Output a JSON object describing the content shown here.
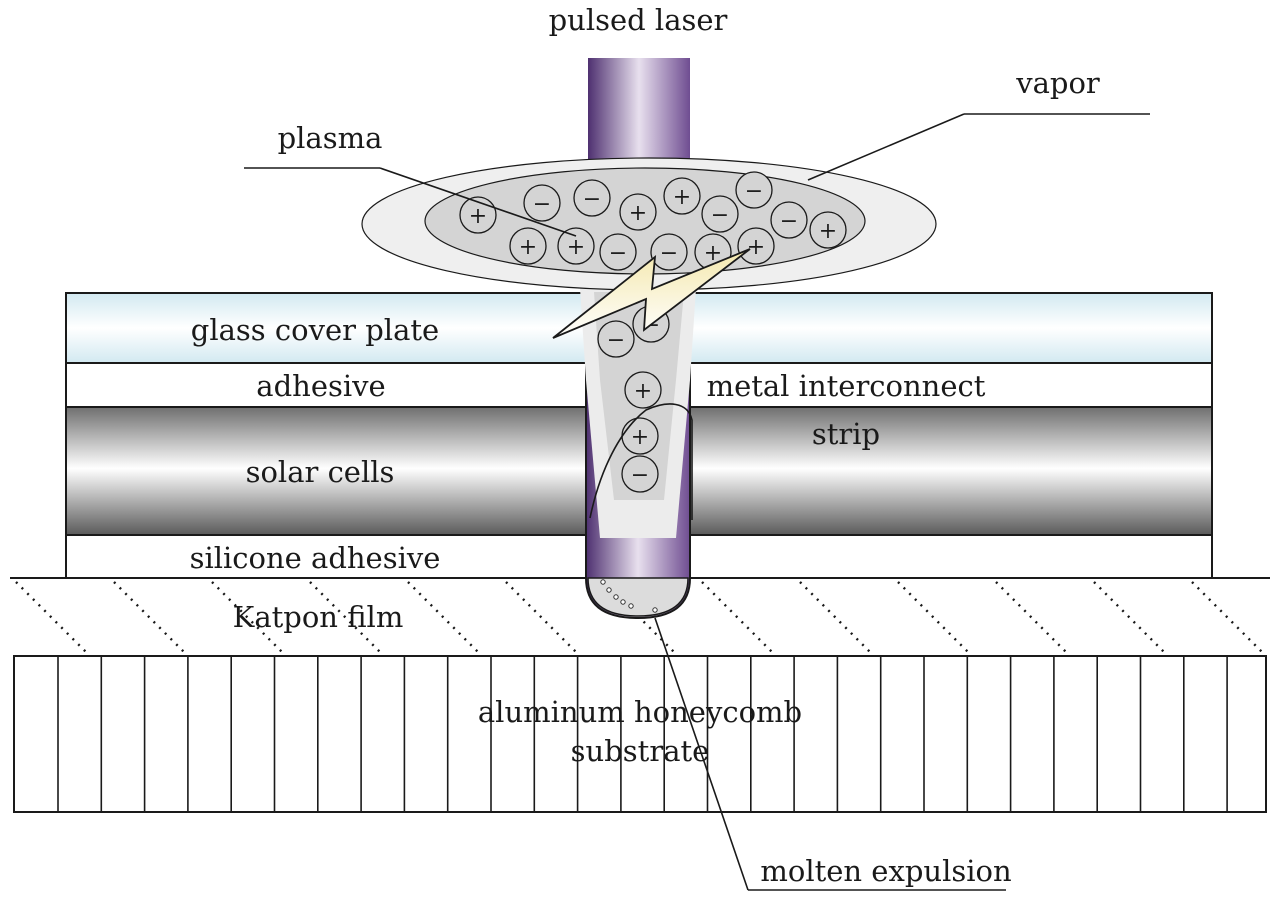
{
  "labels": {
    "pulsed_laser": "pulsed laser",
    "vapor": "vapor",
    "plasma": "plasma",
    "glass_cover_plate": "glass cover plate",
    "adhesive": "adhesive",
    "metal_interconnect": "metal interconnect",
    "strip": "strip",
    "solar_cells": "solar cells",
    "silicone_adhesive": "silicone adhesive",
    "katpon_film": "Katpon film",
    "honeycomb_line1": "aluminum honeycomb",
    "honeycomb_line2": "substrate",
    "molten_expulsion": "molten expulsion"
  },
  "ions": {
    "plus": "+",
    "minus": "−",
    "sequence": [
      "+",
      "−",
      "−",
      "+",
      "+",
      "−",
      "−",
      "−",
      "+",
      "+",
      "+",
      "−",
      "−",
      "+",
      "+",
      "−",
      "−",
      "+",
      "+",
      "−"
    ]
  },
  "colors": {
    "laser": "#6e4c8e",
    "glass": "#dceef4",
    "solar": "#8a8a8a",
    "plasma": "#d4d4d4",
    "vapor": "#efefef",
    "spark": "#f3e6a6"
  }
}
